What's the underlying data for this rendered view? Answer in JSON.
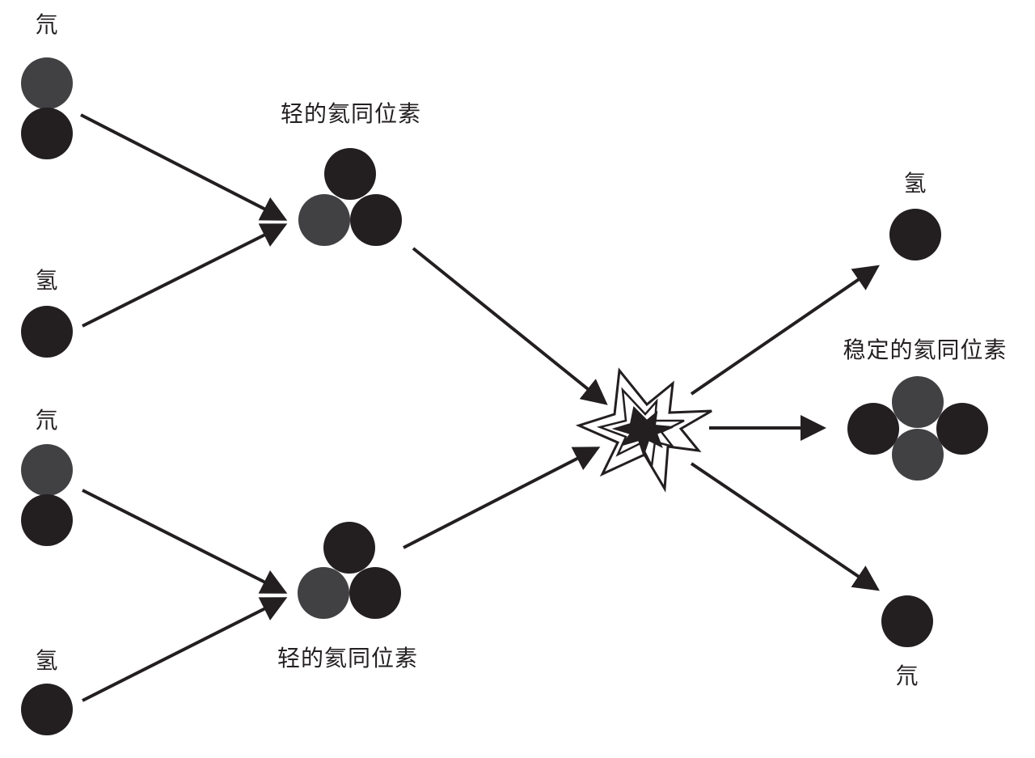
{
  "colors": {
    "proton": "#231f20",
    "neutron": "#414042",
    "arrow": "#231f20",
    "background": "#ffffff"
  },
  "labels": {
    "deuterium_top": "氘",
    "hydrogen_top": "氢",
    "deuterium_bottom": "氘",
    "hydrogen_bottom": "氢",
    "light_helium_top": "轻的氦同位素",
    "light_helium_bottom": "轻的氦同位素",
    "product_hydrogen": "氢",
    "stable_helium": "稳定的氦同位素",
    "product_deuterium": "氘"
  },
  "icons": {
    "collision": "explosion-burst-icon",
    "arrow": "arrow-right-icon"
  }
}
